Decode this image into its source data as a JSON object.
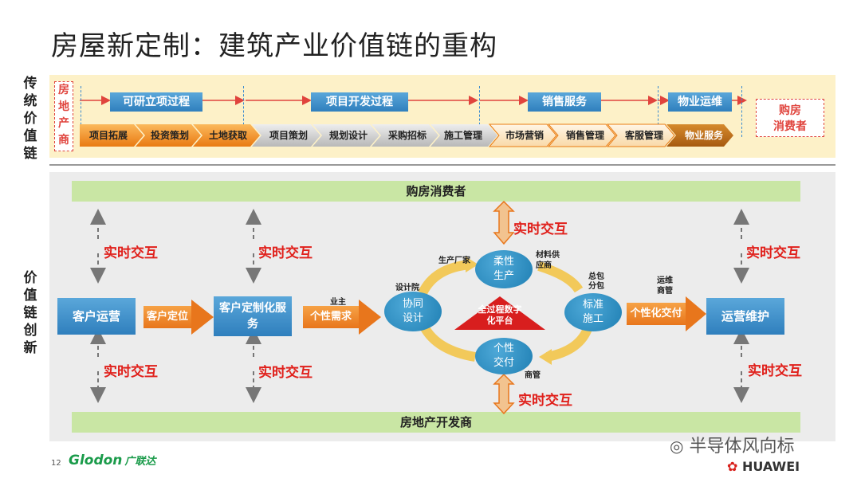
{
  "title": "房屋新定制：建筑产业价值链的重构",
  "traditional": {
    "side_label": [
      "传",
      "统",
      "价",
      "值",
      "链"
    ],
    "developer_tag": [
      "房",
      "地",
      "产",
      "商"
    ],
    "phases": [
      "可研立项过程",
      "项目开发过程",
      "销售服务",
      "物业运维"
    ],
    "buyer_tag": [
      "购房",
      "消费者"
    ],
    "steps": [
      "项目拓展",
      "投资策划",
      "土地获取",
      "项目策划",
      "规划设计",
      "采购招标",
      "施工管理",
      "市场营销",
      "销售管理",
      "客服管理",
      "物业服务"
    ]
  },
  "innovation": {
    "side_label": [
      "价",
      "值",
      "链",
      "创",
      "新"
    ],
    "top_bar": "购房消费者",
    "bottom_bar": "房地产开发商",
    "realtime": "实时交互",
    "left_box": "客户运营",
    "arrow1": "客户定位",
    "mid_box": "客户定制化服务",
    "arrow2_top": "业主",
    "arrow2": "个性需求",
    "circles": {
      "design": "协同设计",
      "production": "柔性生产",
      "construction": "标准施工",
      "delivery": "个性交付"
    },
    "labels": {
      "design_inst": "设计院",
      "manufacturer": "生产厂家",
      "supplier": "材料供应商",
      "general_contractor": "总包分包",
      "merchant": "商管",
      "ops": "运维商管"
    },
    "center": "全过程数字化平台",
    "arrow3": "个性化交付",
    "right_box": "运营维护"
  },
  "footer": {
    "page": "12",
    "logo_text": "Glodon",
    "logo_cn": "广联达",
    "wechat": "半导体风向标",
    "huawei": "HUAWEI"
  },
  "colors": {
    "red": "#e0201b",
    "orange": "#e8761c",
    "blue": "#2f7fbd",
    "green": "#c9e6a4",
    "cream": "#fdf1c8"
  }
}
